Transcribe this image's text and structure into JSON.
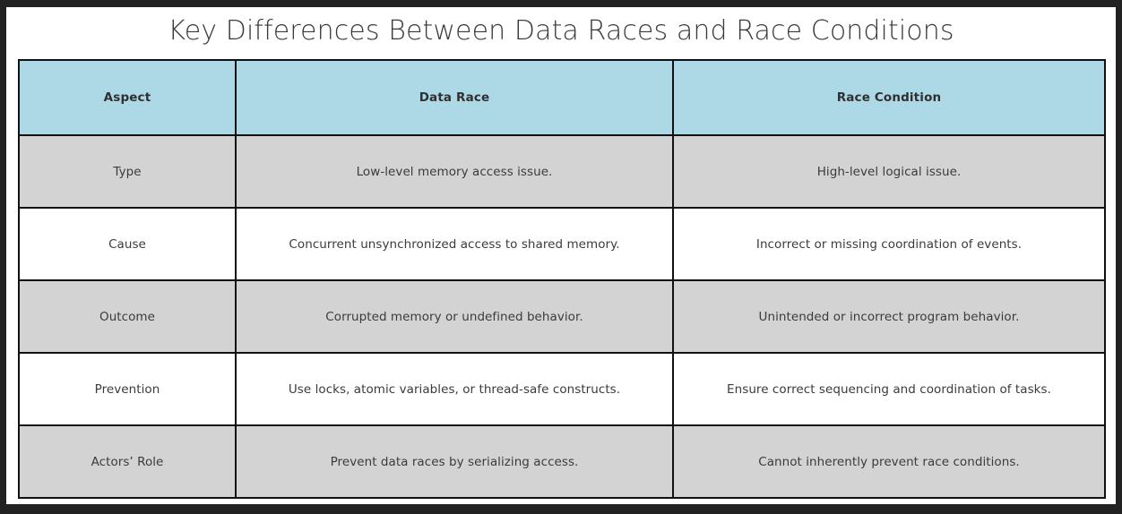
{
  "page": {
    "title": "Key Differences Between Data Races and Race Conditions",
    "frame_color": "#222222",
    "sheet_color": "#ffffff",
    "title_color": "#3a3a3a"
  },
  "table": {
    "header_background": "#ADD8E6",
    "shaded_row_background": "#D3D3D3",
    "plain_row_background": "#FFFFFF",
    "border_color": "#111111",
    "columns": [
      {
        "key": "aspect",
        "label": "Aspect"
      },
      {
        "key": "data_race",
        "label": "Data Race"
      },
      {
        "key": "race_condition",
        "label": "Race Condition"
      }
    ],
    "rows": [
      {
        "shaded": true,
        "aspect": "Type",
        "data_race": "Low-level memory access issue.",
        "race_condition": "High-level logical issue."
      },
      {
        "shaded": false,
        "aspect": "Cause",
        "data_race": "Concurrent unsynchronized access to shared memory.",
        "race_condition": "Incorrect or missing coordination of events."
      },
      {
        "shaded": true,
        "aspect": "Outcome",
        "data_race": "Corrupted memory or undefined behavior.",
        "race_condition": "Unintended or incorrect program behavior."
      },
      {
        "shaded": false,
        "aspect": "Prevention",
        "data_race": "Use locks, atomic variables, or thread-safe constructs.",
        "race_condition": "Ensure correct sequencing and coordination of tasks."
      },
      {
        "shaded": true,
        "aspect": "Actors’ Role",
        "data_race": "Prevent data races by serializing access.",
        "race_condition": "Cannot inherently prevent race conditions."
      }
    ]
  }
}
